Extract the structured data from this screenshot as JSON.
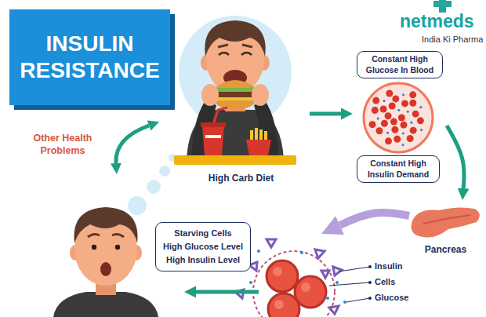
{
  "diagram": {
    "title": "INSULIN RESISTANCE",
    "nodes": [
      {
        "text": [
          "High Carb Diet"
        ]
      },
      {
        "text": [
          "Constant High Glucose In Blood"
        ]
      },
      {
        "text": [
          "Pancreas"
        ]
      },
      {
        "text": [
          "Insulin",
          "Cells",
          "Glucose"
        ]
      },
      {
        "text": [
          "Starving Cells",
          "High Glucose Level",
          "High Insulin Level"
        ]
      }
    ],
    "edges": [
      {
        "from": 0,
        "to": 1,
        "arrow": "to"
      },
      {
        "from": 1,
        "to": 2,
        "label": "Constant High Insulin Demand",
        "arrow": "to"
      },
      {
        "from": 2,
        "to": 3,
        "arrow": "to"
      },
      {
        "from": 3,
        "to": 4,
        "arrow": "to"
      }
    ],
    "labels": [
      "Other Health Problems",
      "netmeds",
      "India Ki Pharma"
    ]
  }
}
